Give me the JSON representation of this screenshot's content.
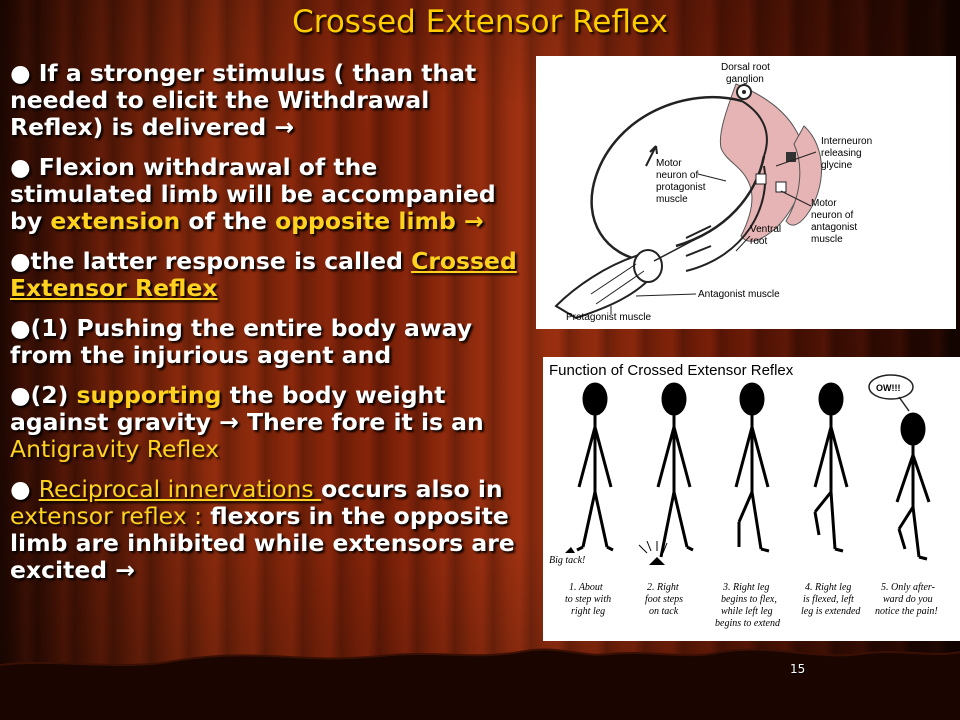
{
  "slide": {
    "title": "Crossed Extensor Reflex",
    "page_number": "15"
  },
  "bullets": {
    "b1": "If a stronger stimulus ( than that needed to elicit the Withdrawal Reflex) is delivered ",
    "arrow": "→",
    "b2_a": "Flexion withdrawal of the stimulated limb will be accompanied by ",
    "b2_h1": "extension",
    "b2_b": " of the ",
    "b2_h2": "opposite limb",
    "b3_a": "the latter response is called ",
    "b3_h": "Crossed Extensor Reflex",
    "b4": "(1) Pushing the entire body away from the injurious agent and",
    "b5_a": "(2) ",
    "b5_h": "supporting",
    "b5_b": "  the body weight against gravity ",
    "b5_c": " There fore it is an ",
    "b5_h2": "Antigravity Reflex",
    "b6_h1": "Reciprocal innervations ",
    "b6_a": "occurs also  in ",
    "b6_h2": "extensor reflex  :",
    "b6_b": " flexors in the opposite limb are inhibited while extensors are excited "
  },
  "diagram": {
    "dorsal_root": "Dorsal root",
    "ganglion": "ganglion",
    "interneuron": "Interneuron",
    "releasing": "releasing",
    "glycine": "glycine",
    "motor1": "Motor",
    "neuron_of1": "neuron of",
    "protagonist": "protagonist",
    "muscle1": "muscle",
    "motor2": "Motor",
    "neuron_of2": "neuron of",
    "antagonist": "antagonist",
    "muscle2": "muscle",
    "ventral": "Ventral",
    "root": "root",
    "antagonist_muscle": "Antagonist muscle",
    "protagonist_muscle": "Protagonist muscle"
  },
  "figures": {
    "title": "Function of Crossed Extensor Reflex",
    "ow": "OW!!!",
    "big_tack": "Big tack!",
    "c1a": "1.  About",
    "c1b": "to step with",
    "c1c": "right leg",
    "c2a": "2.  Right",
    "c2b": "foot steps",
    "c2c": "on tack",
    "c3a": "3.  Right leg",
    "c3b": "begins to flex,",
    "c3c": "while left leg",
    "c3d": "begins to extend",
    "c4a": "4.  Right leg",
    "c4b": "is flexed, left",
    "c4c": "leg is extended",
    "c5a": "5.  Only after-",
    "c5b": "ward do you",
    "c5c": "notice the pain!"
  },
  "colors": {
    "title": "#ffcc00",
    "highlight": "#ffd21f",
    "text": "#ffffff"
  }
}
